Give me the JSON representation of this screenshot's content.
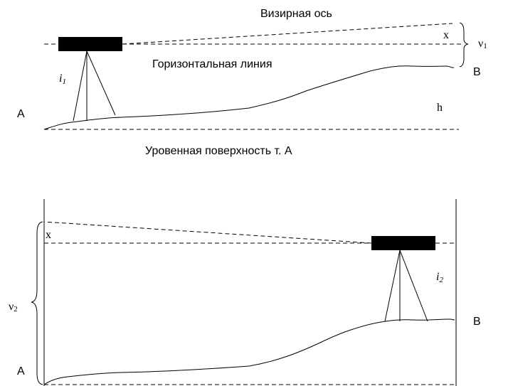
{
  "top": {
    "sight_axis_label": "Визирная ось",
    "horizontal_line_label": "Горизонтальная линия",
    "level_surface_label": "Уровенная поверхность т. А",
    "point_a": "A",
    "point_b": "B",
    "x_label": "x",
    "v_label": "ν",
    "v_sub": "1",
    "i_label": "i",
    "i_sub": "1",
    "h_label": "h"
  },
  "bottom": {
    "point_a": "A",
    "point_b": "B",
    "x_label": "x",
    "v_label": "ν",
    "v_sub": "2",
    "i_label": "i",
    "i_sub": "2"
  }
}
